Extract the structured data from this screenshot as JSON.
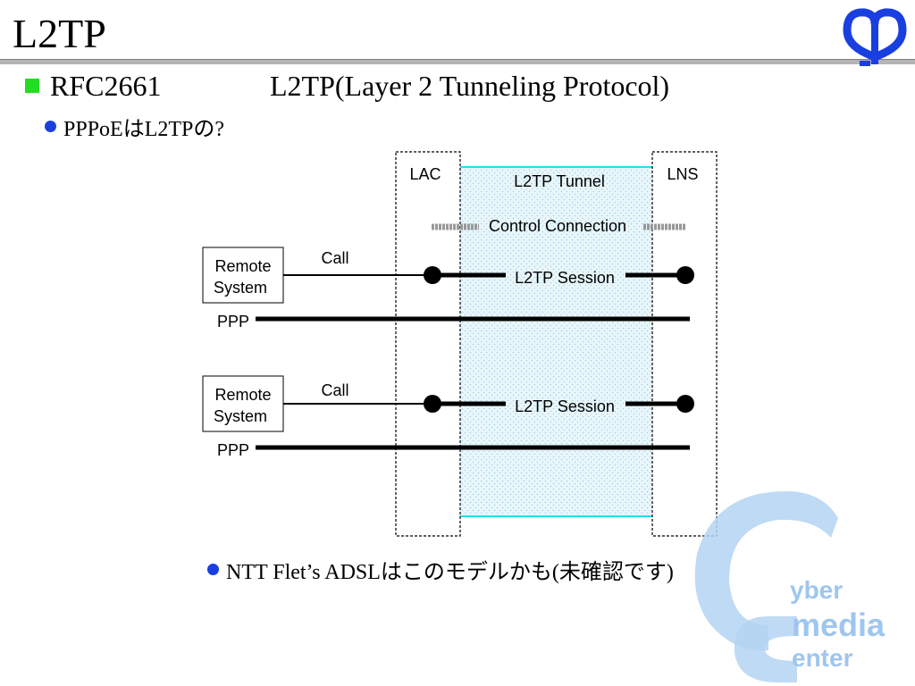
{
  "slide": {
    "title": "L2TP",
    "heading": {
      "rfc": "RFC2661",
      "name": "L2TP(Layer 2 Tunneling Protocol)"
    },
    "bullet1": "PPPoEはL2TPの?",
    "bullet2": "NTT Flet’s ADSLはこのモデルかも(未確認です)"
  },
  "diagram": {
    "lac_label": "LAC",
    "lns_label": "LNS",
    "tunnel_label": "L2TP Tunnel",
    "control_label": "Control Connection",
    "blocks": [
      {
        "remote_line1": "Remote",
        "remote_line2": "System",
        "call_label": "Call",
        "session_label": "L2TP Session",
        "ppp_label": "PPP"
      },
      {
        "remote_line1": "Remote",
        "remote_line2": "System",
        "call_label": "Call",
        "session_label": "L2TP Session",
        "ppp_label": "PPP"
      }
    ]
  },
  "watermark": {
    "letter1": "yber",
    "letter2": "media",
    "letter3": "enter"
  },
  "colors": {
    "square_bullet": "#22dd22",
    "dot_bullet": "#1a3fe0",
    "tunnel_fill": "#e4f4f8",
    "tunnel_border": "#22e0ee",
    "logo": "#1a3fe0",
    "watermark": "#9ec6ee"
  }
}
